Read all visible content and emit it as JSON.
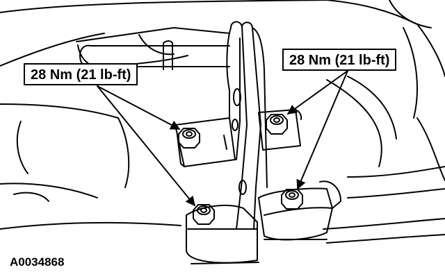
{
  "labels": {
    "left_torque": "28 Nm (21 lb-ft)",
    "right_torque": "28 Nm (21 lb-ft)"
  },
  "figure_id": "A0034868",
  "colors": {
    "line": "#000000",
    "background": "#ffffff"
  },
  "icons": [
    "hex-nut-icon",
    "leader-arrow-icon"
  ]
}
